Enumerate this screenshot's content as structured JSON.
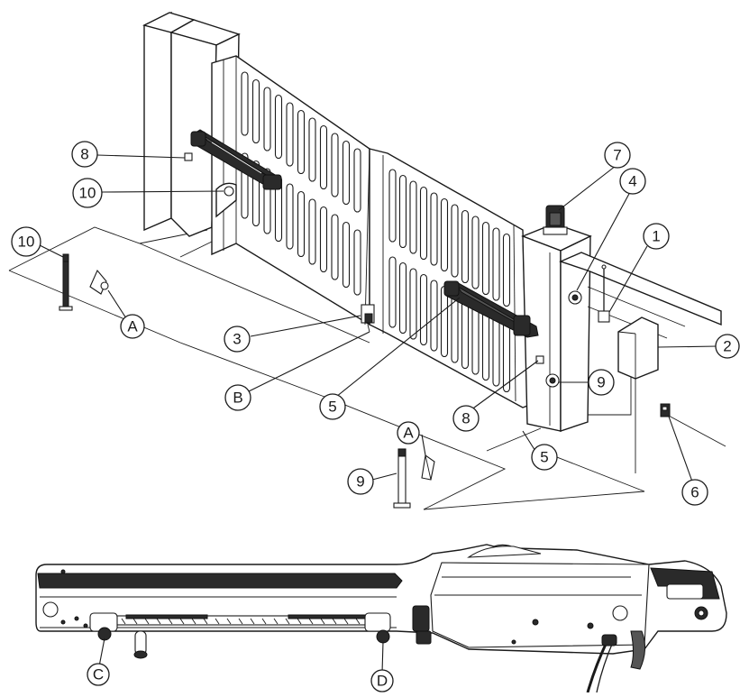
{
  "callouts": {
    "c1": "1",
    "c2": "2",
    "c3": "3",
    "c4": "4",
    "c5a": "5",
    "c5b": "5",
    "c6": "6",
    "c7": "7",
    "c8a": "8",
    "c8b": "8",
    "c9a": "9",
    "c9b": "9",
    "c10a": "10",
    "c10b": "10",
    "cAa": "A",
    "cAb": "A",
    "cB": "B",
    "cC": "C",
    "cD": "D"
  },
  "colors": {
    "line": "#1a1a1a",
    "background": "#ffffff",
    "device_dark": "#2a2a2a"
  }
}
